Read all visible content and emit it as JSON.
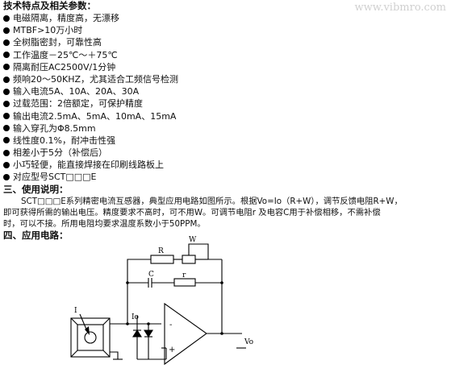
{
  "watermark": "www.vibmro.com",
  "features_heading": "技术特点及相关参数：",
  "features": [
    "电磁隔离，精度高，无漂移",
    "MTBF>10万小时",
    "全树脂密封，可靠性高",
    "工作温度－25℃～＋75℃",
    "隔离耐压AC2500V/1分钟",
    "频响20～50KHZ，尤其适合工频信号检测",
    "输入电流5A、10A、20A、30A",
    "过载范围：2倍额定，可保护精度",
    "输出电流2.5mA、5mA、10mA、15mA",
    "输入穿孔为Φ8.5mm",
    "线性度0.1%，耐冲击性强",
    "相差小于5分（补偿后）",
    "小巧轻便，能直接焊接在印刷线路板上",
    "对应型号SCT□□□E"
  ],
  "section3_title": "三、使用说明：",
  "usage_lines": [
    "SCT□□□E系列精密电流互感器，典型应用电路如图所示。根据Vo=Io（R+W），调节反馈电阻R+W，",
    "即可获得所需的输出电压。精度要求不高时，可不用W。可调节电阻r 及电容C用于补偿相移，不需补偿",
    "时，可以不接。所用电阻均要求温度系数小于50PPM。"
  ],
  "section4_title": "四、应用电路：",
  "circuit_labels": {
    "W": "W",
    "R": "R",
    "C": "C",
    "r": "r",
    "I": "I",
    "Io": "Io",
    "minus": "-",
    "plus": "+",
    "Vo": "Vo"
  }
}
